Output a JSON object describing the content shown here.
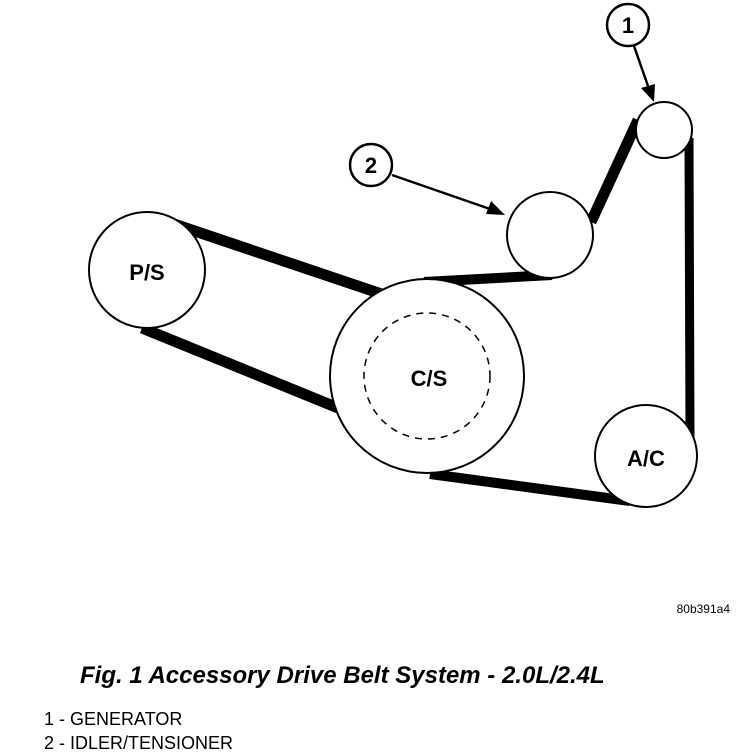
{
  "pulleys": {
    "power_steering": "P/S",
    "crankshaft": "C/S",
    "air_conditioning": "A/C"
  },
  "callouts": {
    "generator": "1",
    "idler": "2"
  },
  "figure_ref": "80b391a4",
  "caption": "Fig. 1 Accessory Drive Belt System - 2.0L/2.4L",
  "legend": [
    "1 - GENERATOR",
    "2 - IDLER/TENSIONER"
  ]
}
